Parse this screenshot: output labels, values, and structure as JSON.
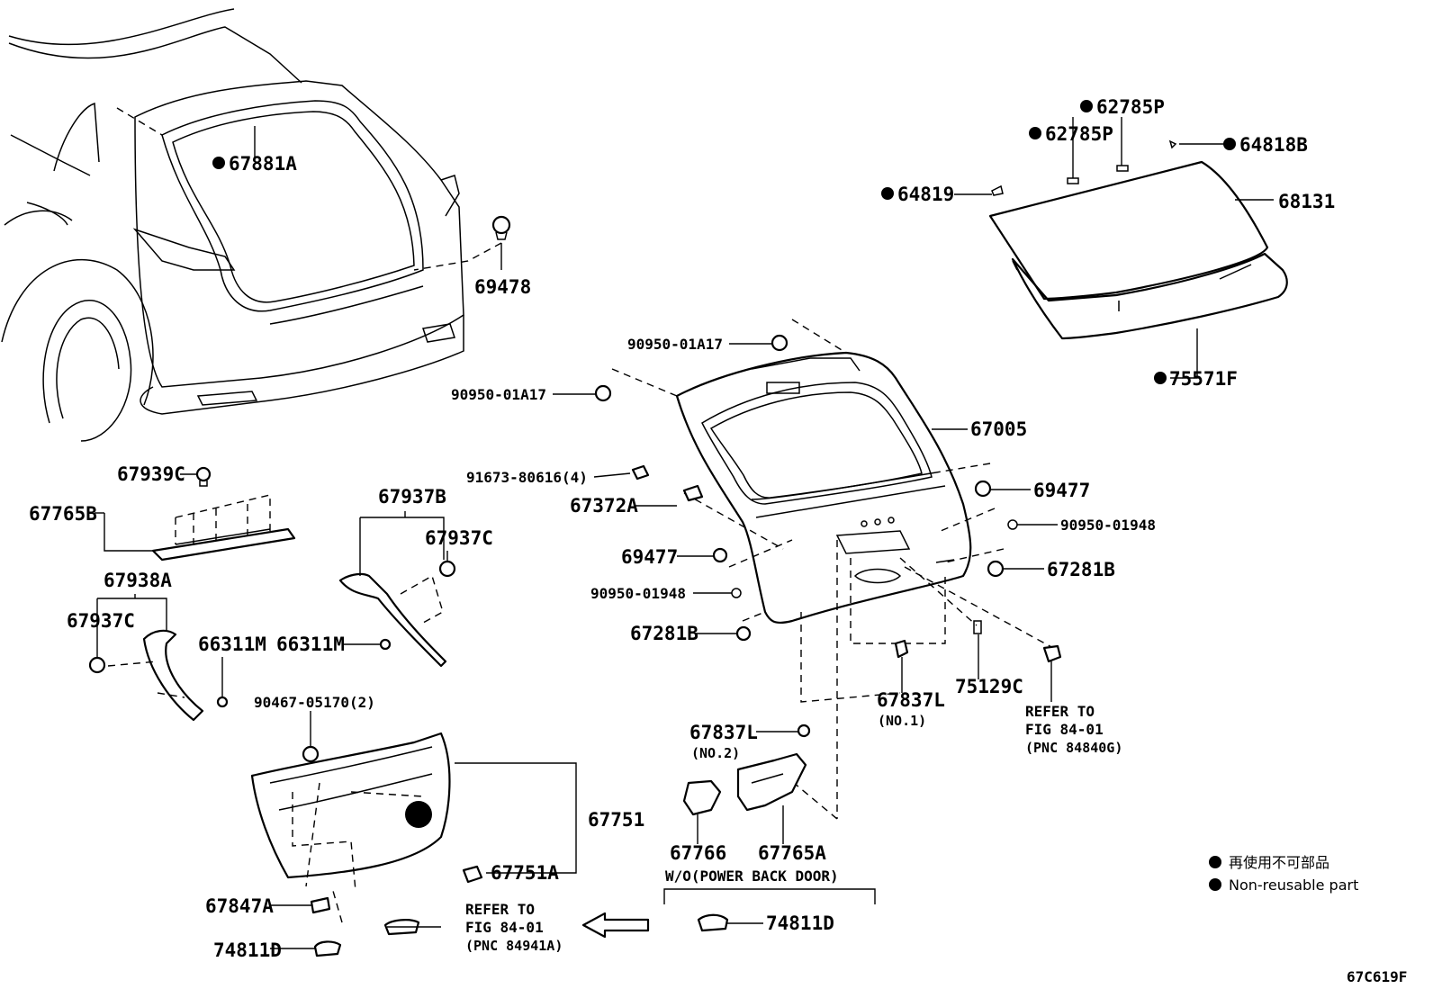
{
  "diagram_id": "67C619F",
  "legend": {
    "japanese": "再使用不可部品",
    "english": "Non-reusable part"
  },
  "labels": {
    "p67881A": "67881A",
    "p69478": "69478",
    "p62785P_a": "62785P",
    "p62785P_b": "62785P",
    "p64818B": "64818B",
    "p64819": "64819",
    "p68131": "68131",
    "p75571F": "75571F",
    "p90950_01A17_a": "90950-01A17",
    "p90950_01A17_b": "90950-01A17",
    "p67005": "67005",
    "p91673": "91673-80616(4)",
    "p67372A": "67372A",
    "p69477_a": "69477",
    "p69477_b": "69477",
    "p90950_01948_a": "90950-01948",
    "p90950_01948_b": "90950-01948",
    "p67281B_a": "67281B",
    "p67281B_b": "67281B",
    "p67939C": "67939C",
    "p67765B": "67765B",
    "p67937B": "67937B",
    "p67937C_a": "67937C",
    "p67937C_b": "67937C",
    "p67938A": "67938A",
    "p66311M_a": "66311M",
    "p66311M_b": "66311M",
    "p90467": "90467-05170(2)",
    "p67751": "67751",
    "p67751A": "67751A",
    "p67847A": "67847A",
    "p74811D_a": "74811D",
    "p74811D_b": "74811D",
    "p67837L_a": "67837L",
    "no1": "(NO.1)",
    "p67837L_b": "67837L",
    "no2": "(NO.2)",
    "p75129C": "75129C",
    "p67766": "67766",
    "p67765A": "67765A",
    "wo_power": "W/O(POWER BACK DOOR)",
    "refer_a_1": "REFER TO",
    "refer_a_2": "FIG 84-01",
    "refer_a_3": "(PNC 84840G)",
    "refer_b_1": "REFER TO",
    "refer_b_2": "FIG 84-01",
    "refer_b_3": "(PNC 84941A)"
  }
}
